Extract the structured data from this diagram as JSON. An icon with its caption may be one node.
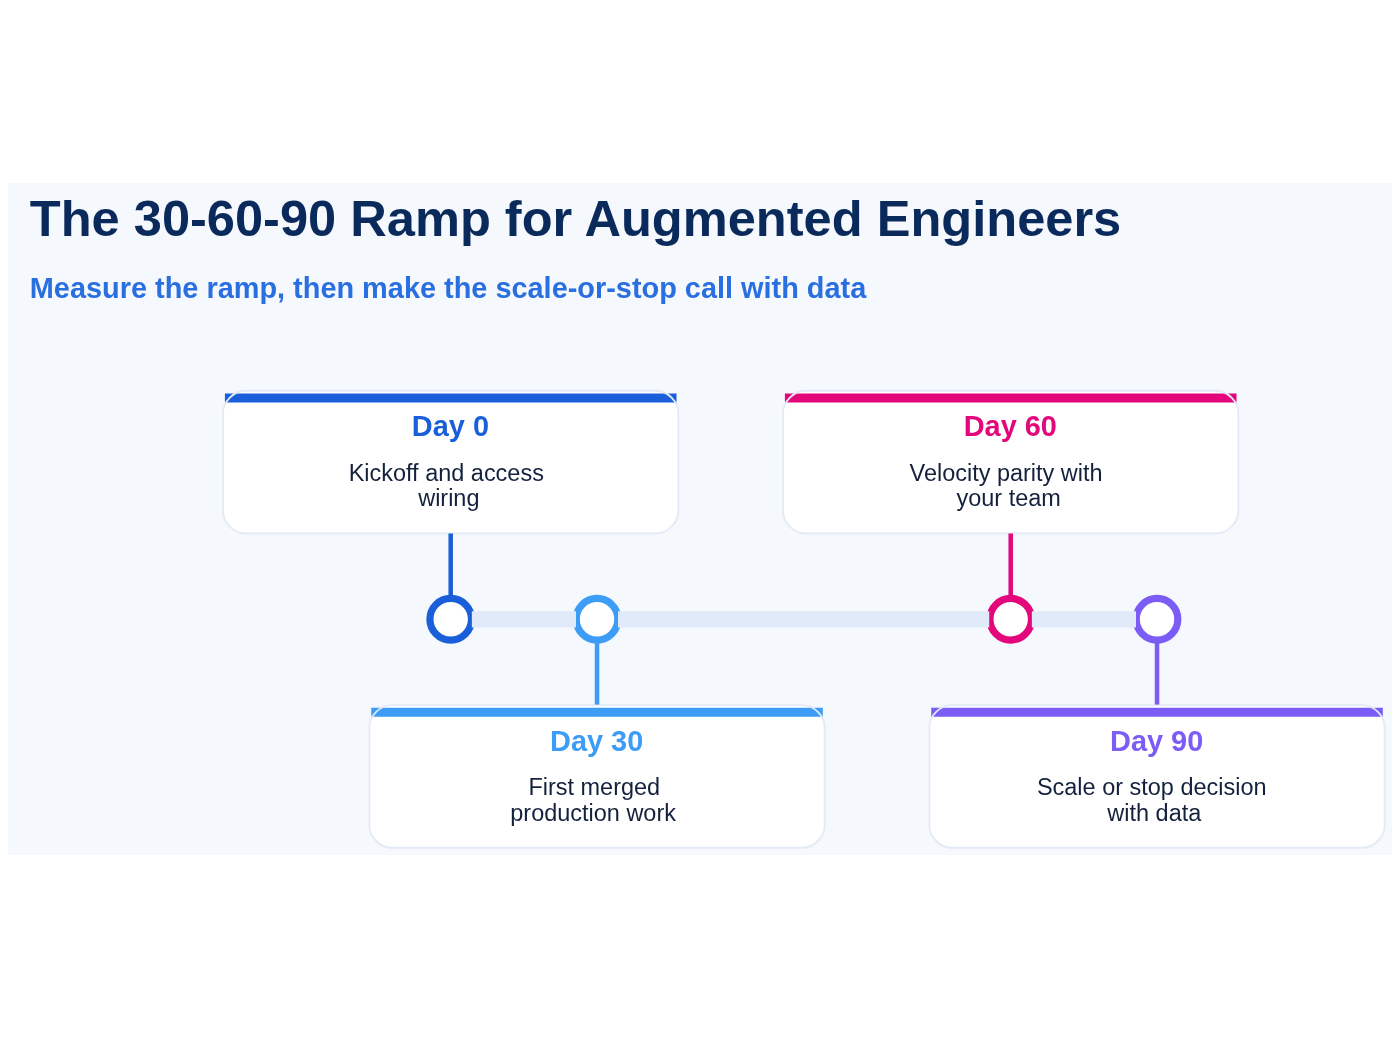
{
  "diagram": {
    "title": "The 30-60-90 Ramp for Augmented Engineers",
    "nodes": [
      {
        "text": [
          "Day 0",
          "Kickoff and access wiring"
        ]
      },
      {
        "text": [
          "Day 60",
          "Velocity parity with your team"
        ]
      },
      {
        "text": [],
        "shape": "circle"
      },
      {
        "text": [],
        "shape": "circle"
      },
      {
        "text": [],
        "shape": "circle"
      },
      {
        "text": [],
        "shape": "circle"
      },
      {
        "text": [
          "Day 30",
          "First merged production work"
        ]
      },
      {
        "text": [
          "Day 90",
          "Scale or stop decision with data"
        ]
      }
    ],
    "edges": [
      {
        "from": 0,
        "to": 2,
        "arrow": "none",
        "color": "#1a5fd9"
      },
      {
        "from": 1,
        "to": 4,
        "arrow": "none",
        "color": "#e3077b"
      },
      {
        "from": 2,
        "to": 3,
        "arrow": "none",
        "style": "thick",
        "color": "#e1eaf8"
      },
      {
        "from": 3,
        "to": 4,
        "arrow": "none",
        "style": "thick",
        "color": "#e1eaf8"
      },
      {
        "from": 4,
        "to": 5,
        "arrow": "none",
        "style": "thick",
        "color": "#e1eaf8"
      },
      {
        "from": 3,
        "to": 6,
        "arrow": "none",
        "color": "#3d9cf5"
      },
      {
        "from": 5,
        "to": 7,
        "arrow": "none",
        "color": "#7b5cf5"
      }
    ],
    "labels": [
      "Measure the ramp, then make the scale-or-stop call with data"
    ]
  }
}
